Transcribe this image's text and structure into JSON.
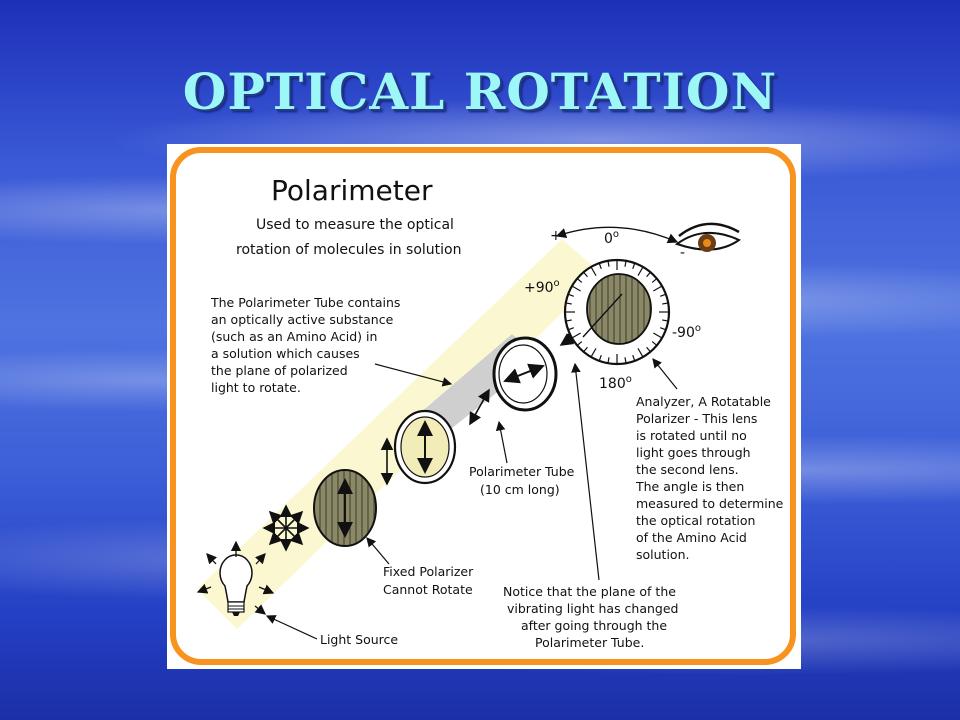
{
  "slide": {
    "title": "OPTICAL ROTATION"
  },
  "figure": {
    "heading": "Polarimeter",
    "subtitle_lines": [
      "Used to measure the optical",
      "rotation of molecules in solution"
    ],
    "tube_note_lines": [
      "The Polarimeter Tube contains",
      "an optically active substance",
      "(such as an Amino Acid) in",
      "a solution which causes",
      "the plane of polarized",
      "light to rotate."
    ],
    "analyzer_note_lines": [
      "Analyzer, A Rotatable",
      "Polarizer - This lens",
      "is rotated until no",
      "light goes through",
      "the second lens.",
      "The angle is then",
      "measured to determine",
      "the optical rotation",
      "of the Amino Acid",
      "solution."
    ],
    "tube_label_lines": [
      "Polarimeter Tube",
      "(10 cm long)"
    ],
    "fixed_polarizer_lines": [
      "Fixed Polarizer",
      "Cannot Rotate"
    ],
    "notice_lines": [
      "Notice that the plane of the",
      "vibrating light has changed",
      "after going through the",
      "Polarimeter Tube."
    ],
    "light_source_label": "Light Source",
    "dial": {
      "top": "0",
      "left": "+90",
      "right": "-90",
      "bottom": "180",
      "degree_symbol": "o"
    },
    "rotation_marks": {
      "plus": "+",
      "minus": "-"
    },
    "colors": {
      "frame": "#f7931e",
      "beam": "#fbf8cf",
      "tube": "#cfcfcf",
      "polarizer": "#8a8866",
      "ring": "#f2ecb8"
    },
    "icons": [
      "light-bulb-icon",
      "eye-icon"
    ]
  }
}
